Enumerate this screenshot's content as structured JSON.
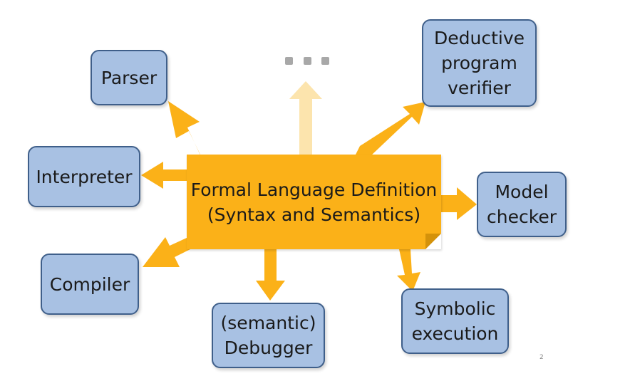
{
  "center": {
    "line1": "Formal Language Definition",
    "line2": "(Syntax and Semantics)"
  },
  "tools": {
    "parser": [
      "Parser"
    ],
    "interpreter": [
      "Interpreter"
    ],
    "compiler": [
      "Compiler"
    ],
    "debugger": [
      "(semantic)",
      "Debugger"
    ],
    "symbolic": [
      "Symbolic",
      "execution"
    ],
    "model_checker": [
      "Model",
      "checker"
    ],
    "verifier": [
      "Deductive",
      "program",
      "verifier"
    ]
  },
  "more_indicator": "...",
  "page_number": "2",
  "colors": {
    "center_fill": "#fbb118",
    "arrow": "#fbb118",
    "faded_arrow": "#fce4ad",
    "box_fill": "#a8c1e3",
    "box_border": "#3f5f8a",
    "dots": "#a8a8a8"
  }
}
